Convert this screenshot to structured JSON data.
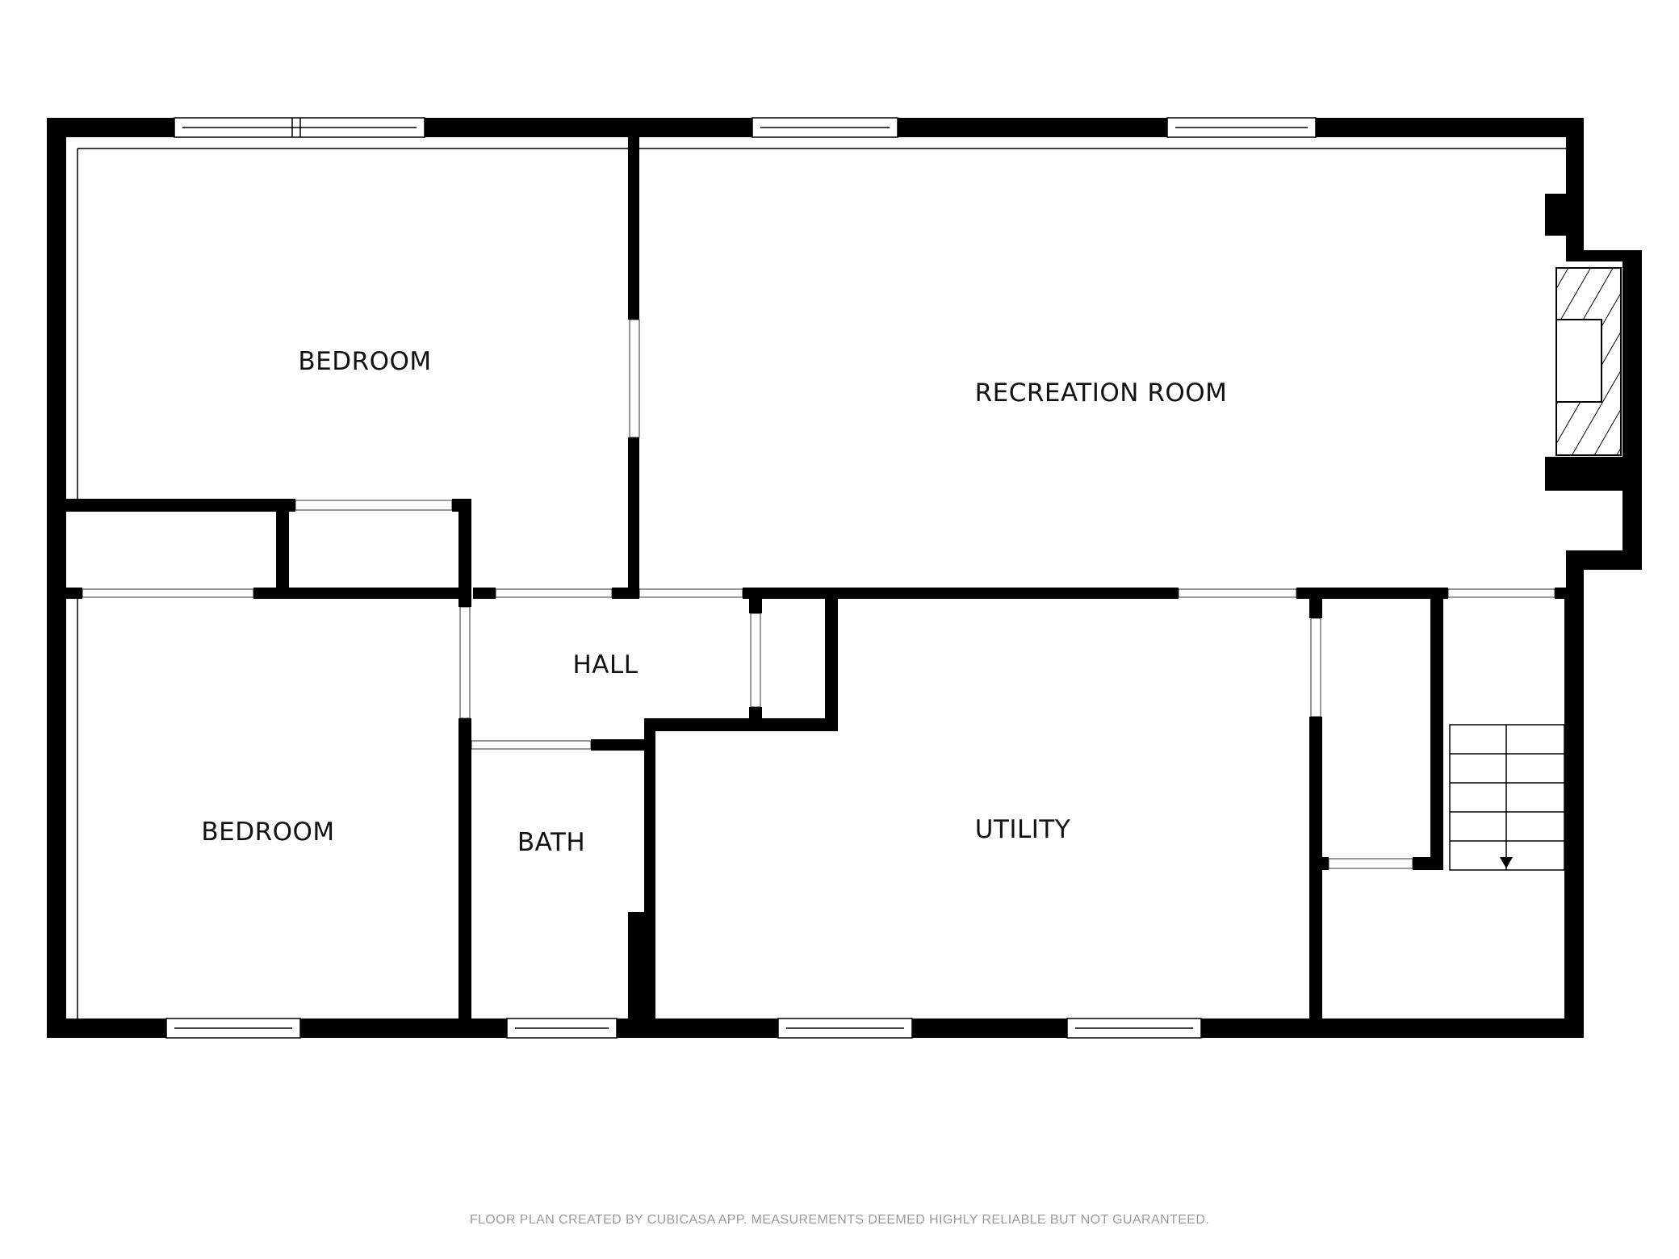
{
  "plan": {
    "rooms": [
      {
        "id": "bedroom-upper",
        "label": "BEDROOM"
      },
      {
        "id": "recreation-room",
        "label": "RECREATION ROOM"
      },
      {
        "id": "hall",
        "label": "HALL"
      },
      {
        "id": "bedroom-lower",
        "label": "BEDROOM"
      },
      {
        "id": "bath",
        "label": "BATH"
      },
      {
        "id": "utility",
        "label": "UTILITY"
      }
    ],
    "stairs_icon": "stairs-down-arrow-icon",
    "fireplace_icon": "fireplace-hatch-icon"
  },
  "footer": {
    "disclaimer": "FLOOR PLAN CREATED BY CUBICASA APP. MEASUREMENTS DEEMED HIGHLY RELIABLE BUT NOT GUARANTEED."
  },
  "colors": {
    "wall": "#000000",
    "background": "#ffffff",
    "footer_text": "#9a9a9a"
  }
}
